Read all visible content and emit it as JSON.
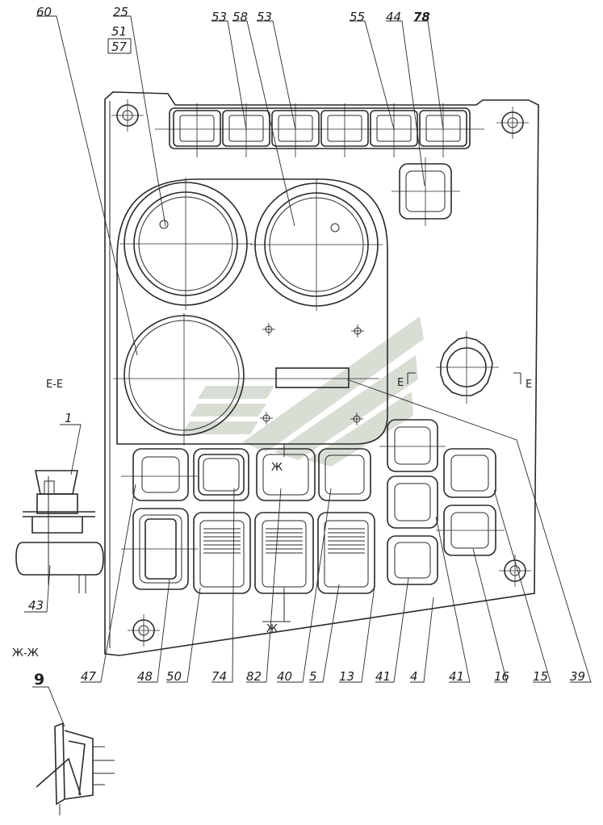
{
  "callouts_top": {
    "c60": "60",
    "c25": "25",
    "c51": "51",
    "c57": "57",
    "c53a": "53",
    "c58": "58",
    "c53b": "53",
    "c55": "55",
    "c44": "44",
    "c78": "78"
  },
  "callouts_bottom": {
    "c47": "47",
    "c48": "48",
    "c50": "50",
    "c74": "74",
    "c82": "82",
    "c40": "40",
    "c5": "5",
    "c13": "13",
    "c41a": "41",
    "c4": "4",
    "c41b": "41",
    "c16": "16",
    "c15": "15",
    "c39": "39"
  },
  "sections": {
    "ee_title": "Е-Е",
    "zhzh_title": "Ж-Ж",
    "e_mark_left": "Е",
    "e_mark_right": "Е",
    "zh_mark_top": "Ж",
    "zh_mark_bottom": "Ж"
  },
  "detail_callouts": {
    "c1": "1",
    "c43": "43",
    "c9": "9"
  },
  "colors": {
    "line": "#2a2a2a",
    "background": "#ffffff",
    "watermark": "#b9c3b3"
  }
}
